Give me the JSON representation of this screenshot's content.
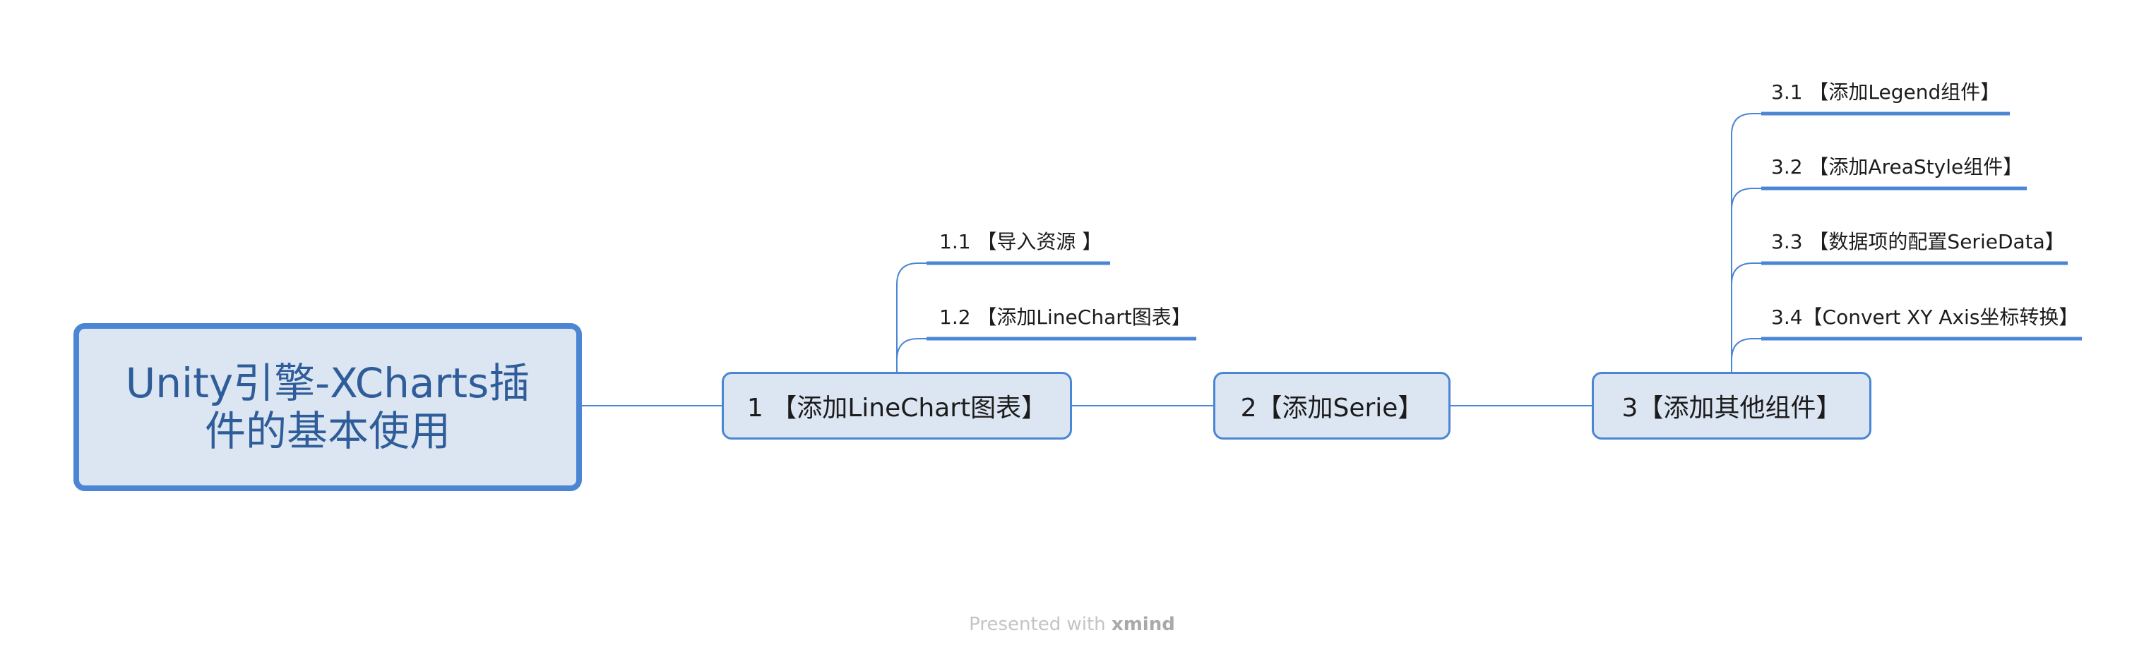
{
  "central": {
    "label": "Unity引擎-XCharts插件的基本使用"
  },
  "main": [
    {
      "label": "1 【添加LineChart图表】"
    },
    {
      "label": "2【添加Serie】"
    },
    {
      "label": "3【添加其他组件】"
    }
  ],
  "sub1": [
    {
      "label": "1.1 【导入资源 】"
    },
    {
      "label": "1.2 【添加LineChart图表】"
    }
  ],
  "sub3": [
    {
      "label": "3.1 【添加Legend组件】"
    },
    {
      "label": "3.2 【添加AreaStyle组件】"
    },
    {
      "label": "3.3 【数据项的配置SerieData】"
    },
    {
      "label": "3.4【Convert XY Axis坐标转换】"
    }
  ],
  "footer": {
    "prefix": "Presented with ",
    "brand": "xmind"
  },
  "colors": {
    "accent": "#4a86d4",
    "fill": "#dce6f3",
    "central_text": "#2f5d99"
  }
}
